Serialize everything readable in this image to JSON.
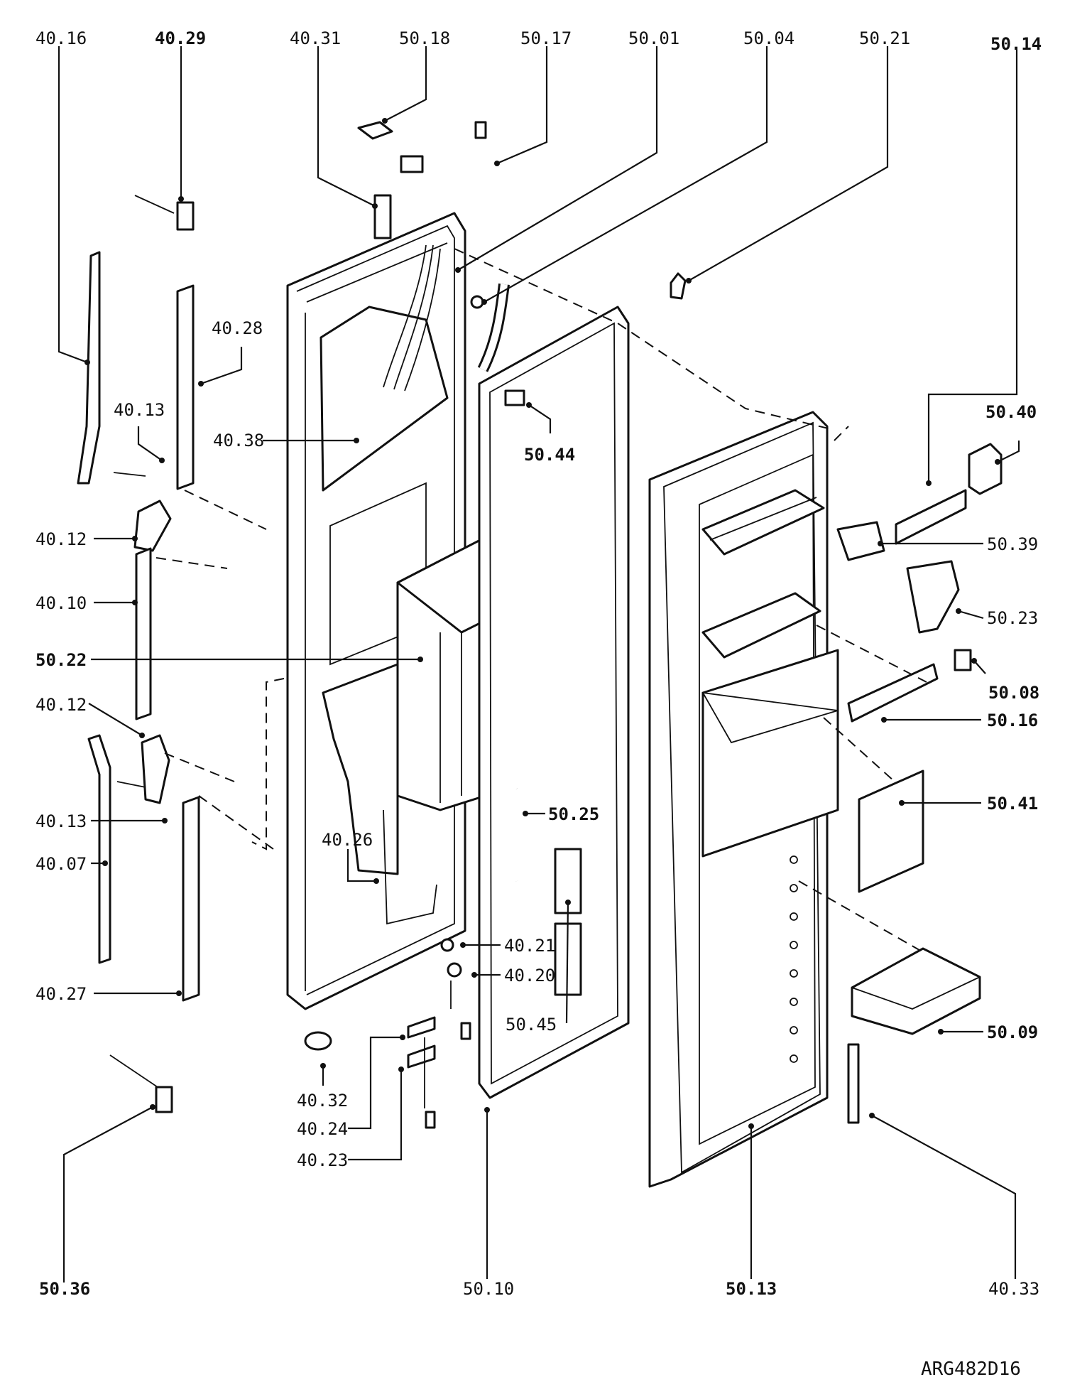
{
  "drawing_code": "ARG482D16",
  "parts": {
    "p4016": "40.16",
    "p4029": "40.29",
    "p4031": "40.31",
    "p5018": "50.18",
    "p5017": "50.17",
    "p5001": "50.01",
    "p5004": "50.04",
    "p5021": "50.21",
    "p5014": "50.14",
    "p4028": "40.28",
    "p4013a": "40.13",
    "p4038": "40.38",
    "p5044": "50.44",
    "p5040": "50.40",
    "p4012a": "40.12",
    "p5039": "50.39",
    "p4010": "40.10",
    "p5023": "50.23",
    "p5022": "50.22",
    "p5008": "50.08",
    "p4012b": "40.12",
    "p5016": "50.16",
    "p4013b": "40.13",
    "p5025": "50.25",
    "p5041": "50.41",
    "p4007": "40.07",
    "p4026": "40.26",
    "p4021": "40.21",
    "p4020": "40.20",
    "p4027": "40.27",
    "p5045": "50.45",
    "p5009": "50.09",
    "p4032": "40.32",
    "p4024": "40.24",
    "p4023": "40.23",
    "p5036": "50.36",
    "p5010": "50.10",
    "p5013": "50.13",
    "p4033": "40.33"
  }
}
